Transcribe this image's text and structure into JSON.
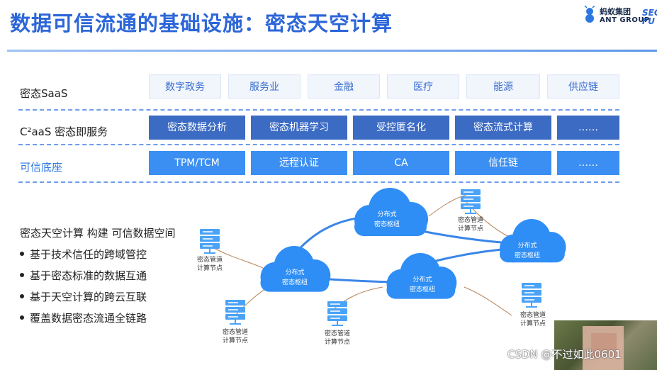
{
  "title": "数据可信流通的基础设施：密态天空计算",
  "logo": {
    "zh": "蚂蚁集团",
    "en": "ANT GROUP",
    "sec_line1": "SEC",
    "sec_line2": "FU"
  },
  "rows": [
    {
      "label": "密态SaaS",
      "items": [
        "数字政务",
        "服务业",
        "金融",
        "医疗",
        "能源",
        "供应链"
      ]
    },
    {
      "label": "C²aaS 密态即服务",
      "items": [
        "密态数据分析",
        "密态机器学习",
        "受控匿名化",
        "密态流式计算",
        "……"
      ]
    },
    {
      "label": "可信底座",
      "items": [
        "TPM/TCM",
        "远程认证",
        "CA",
        "信任链",
        "……"
      ]
    }
  ],
  "left_panel": {
    "title": "密态天空计算 构建 可信数据空间",
    "bullets": [
      "基于技术信任的跨域管控",
      "基于密态标准的数据互通",
      "基于天空计算的跨云互联",
      "覆盖数据密态流通全链路"
    ]
  },
  "network": {
    "cloud_label_line1": "分布式",
    "cloud_label_line2": "密态枢纽",
    "node_label_line1": "密态管道",
    "node_label_line2": "计算节点"
  },
  "watermark": "CSDN @不过如此0601",
  "colors": {
    "title": "#2c66d8",
    "dark_box": "#3c6bc4",
    "mid_box": "#3c8ff2",
    "cloud": "#2f8ef5",
    "link": "#3a86e8"
  }
}
